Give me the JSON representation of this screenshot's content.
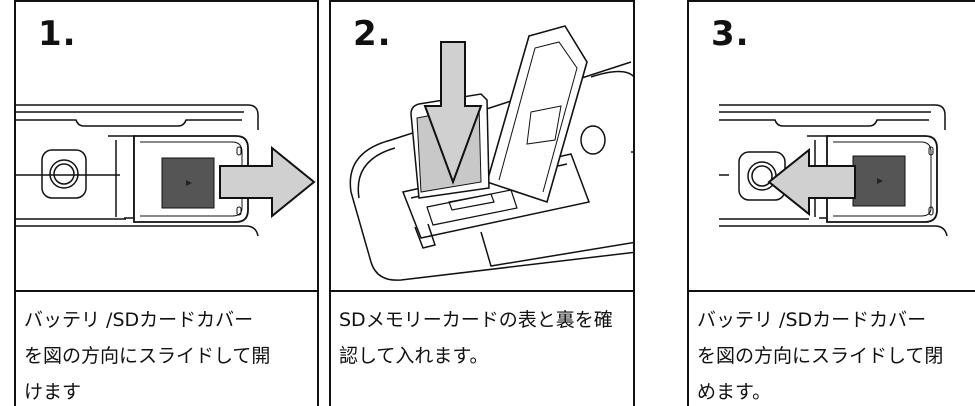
{
  "steps": [
    {
      "number": "1.",
      "caption": "バッテリ /SDカードカバー\nを図の方向にスライドして開\nけます",
      "illustration": "camera-bottom-cover-slide-open"
    },
    {
      "number": "2.",
      "caption": "SDメモリーカードの表と裏を確\n認して入れます。",
      "illustration": "sd-card-insert"
    },
    {
      "number": "3.",
      "caption": "バッテリ /SDカードカバー\nを図の方向にスライドして閉\nめます。",
      "illustration": "camera-bottom-cover-slide-close"
    }
  ],
  "colors": {
    "line": "#111111",
    "arrow_fill": "#d0d0d0",
    "card_fill": "#c8c8c8",
    "pad": "#555555"
  }
}
